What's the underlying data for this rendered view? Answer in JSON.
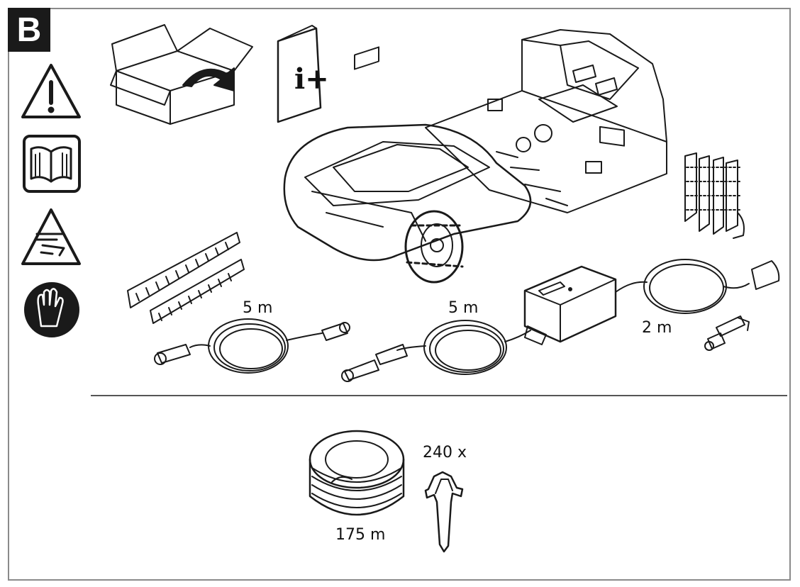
{
  "section_badge": "B",
  "icons": [
    "warning-icon",
    "manual-book-icon",
    "hand-crush-warning-icon",
    "gloves-icon"
  ],
  "labels": {
    "cable_left_length": "5 m",
    "cable_mid_length": "5 m",
    "cable_right_length": "2 m",
    "wire_length": "175 m",
    "pegs_count": "240 x"
  },
  "info_sheet_glyph": "i+",
  "colors": {
    "line": "#1a1a1a",
    "frame": "#8a8a8a",
    "badge_bg": "#1a1a1a"
  }
}
